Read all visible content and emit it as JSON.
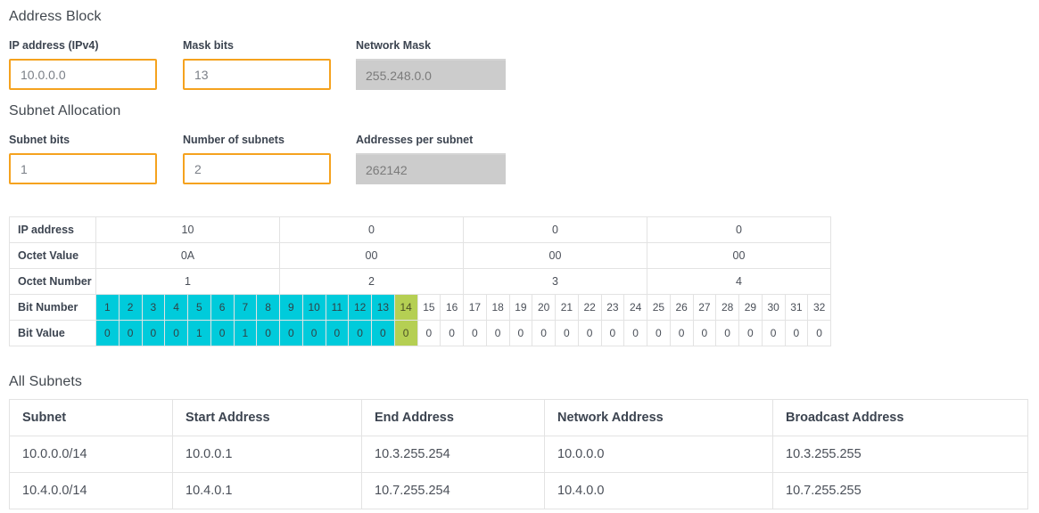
{
  "sections": {
    "address_block_title": "Address Block",
    "subnet_allocation_title": "Subnet Allocation",
    "all_subnets_title": "All Subnets"
  },
  "colors": {
    "input_border": "#f5a21e",
    "readonly_background": "#cccccc",
    "network_bits": "#00cbdb",
    "subnet_bits": "#b5cf53",
    "host_bits": "#ffffff",
    "table_border": "#e3e3e3",
    "text": "#3d4450"
  },
  "address_block": {
    "ip_address": {
      "label": "IP address (IPv4)",
      "value": "10.0.0.0"
    },
    "mask_bits": {
      "label": "Mask bits",
      "value": "13"
    },
    "network_mask": {
      "label": "Network Mask",
      "value": "255.248.0.0",
      "readonly": true
    }
  },
  "subnet_allocation": {
    "subnet_bits": {
      "label": "Subnet bits",
      "value": "1"
    },
    "number_of_subnets": {
      "label": "Number of subnets",
      "value": "2"
    },
    "addresses_per_subnet": {
      "label": "Addresses per subnet",
      "value": "262142",
      "readonly": true
    }
  },
  "bit_table": {
    "row_labels": [
      "IP address",
      "Octet Value",
      "Octet Number",
      "Bit Number",
      "Bit Value"
    ],
    "octets": [
      {
        "ip_address": "10",
        "octet_value": "0A",
        "octet_number": "1"
      },
      {
        "ip_address": "0",
        "octet_value": "00",
        "octet_number": "2"
      },
      {
        "ip_address": "0",
        "octet_value": "00",
        "octet_number": "3"
      },
      {
        "ip_address": "0",
        "octet_value": "00",
        "octet_number": "4"
      }
    ],
    "bit_numbers": [
      1,
      2,
      3,
      4,
      5,
      6,
      7,
      8,
      9,
      10,
      11,
      12,
      13,
      14,
      15,
      16,
      17,
      18,
      19,
      20,
      21,
      22,
      23,
      24,
      25,
      26,
      27,
      28,
      29,
      30,
      31,
      32
    ],
    "bit_values": [
      0,
      0,
      0,
      0,
      1,
      0,
      1,
      0,
      0,
      0,
      0,
      0,
      0,
      0,
      0,
      0,
      0,
      0,
      0,
      0,
      0,
      0,
      0,
      0,
      0,
      0,
      0,
      0,
      0,
      0,
      0,
      0
    ],
    "bit_classes": [
      "net",
      "net",
      "net",
      "net",
      "net",
      "net",
      "net",
      "net",
      "net",
      "net",
      "net",
      "net",
      "net",
      "sub",
      "host",
      "host",
      "host",
      "host",
      "host",
      "host",
      "host",
      "host",
      "host",
      "host",
      "host",
      "host",
      "host",
      "host",
      "host",
      "host",
      "host",
      "host"
    ]
  },
  "all_subnets": {
    "columns": [
      "Subnet",
      "Start Address",
      "End Address",
      "Network Address",
      "Broadcast Address"
    ],
    "rows": [
      {
        "subnet": "10.0.0.0/14",
        "start_address": "10.0.0.1",
        "end_address": "10.3.255.254",
        "network_address": "10.0.0.0",
        "broadcast_address": "10.3.255.255"
      },
      {
        "subnet": "10.4.0.0/14",
        "start_address": "10.4.0.1",
        "end_address": "10.7.255.254",
        "network_address": "10.4.0.0",
        "broadcast_address": "10.7.255.255"
      }
    ]
  }
}
